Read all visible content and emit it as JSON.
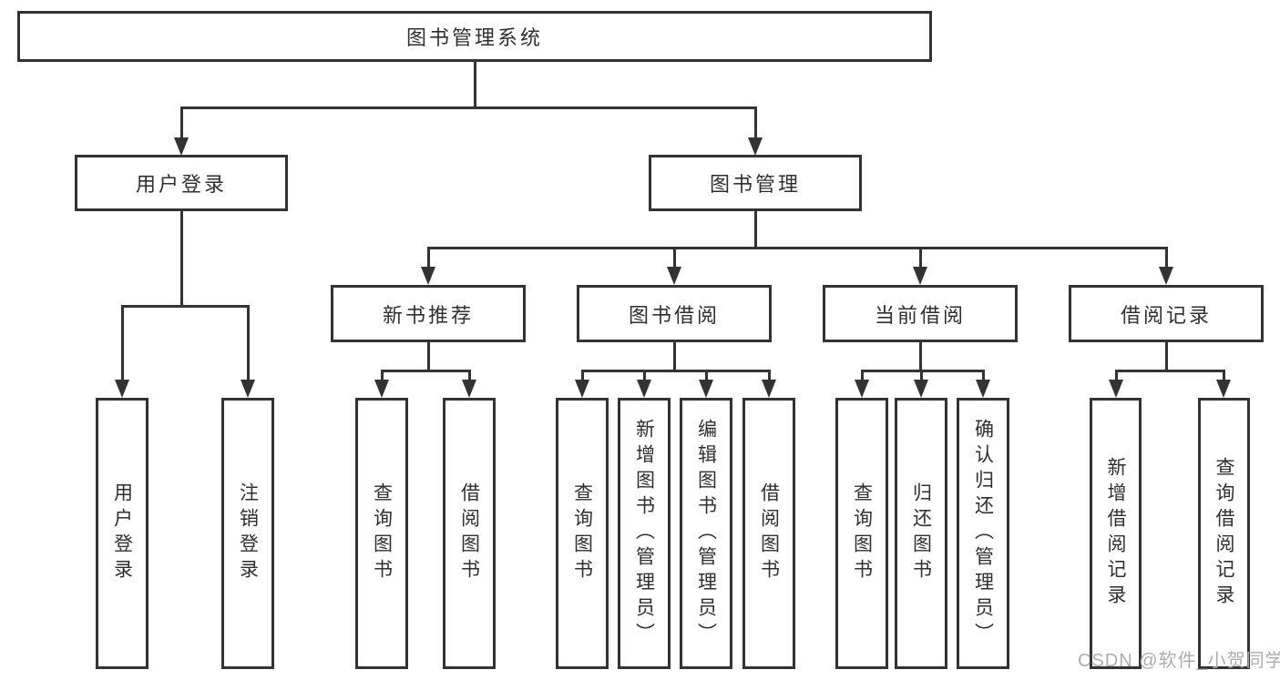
{
  "diagram": {
    "root": {
      "label": "图书管理系统"
    },
    "branches": [
      {
        "label": "用户登录",
        "children": [
          {
            "label": "用户登录"
          },
          {
            "label": "注销登录"
          }
        ]
      },
      {
        "label": "图书管理",
        "sections": [
          {
            "label": "新书推荐",
            "children": [
              {
                "label": "查询图书"
              },
              {
                "label": "借阅图书"
              }
            ]
          },
          {
            "label": "图书借阅",
            "children": [
              {
                "label": "查询图书"
              },
              {
                "label": "新增图书（管理员）"
              },
              {
                "label": "编辑图书（管理员）"
              },
              {
                "label": "借阅图书"
              }
            ]
          },
          {
            "label": "当前借阅",
            "children": [
              {
                "label": "查询图书"
              },
              {
                "label": "归还图书"
              },
              {
                "label": "确认归还（管理员）"
              }
            ]
          },
          {
            "label": "借阅记录",
            "children": [
              {
                "label": "新增借阅记录"
              },
              {
                "label": "查询借阅记录"
              }
            ]
          }
        ]
      }
    ]
  },
  "watermark": {
    "text": "CSDN @软件_小贺同学"
  },
  "colors": {
    "stroke": "#333333",
    "text": "#2f2f2f",
    "background": "#ffffff",
    "watermark": "#a9aeb4"
  }
}
